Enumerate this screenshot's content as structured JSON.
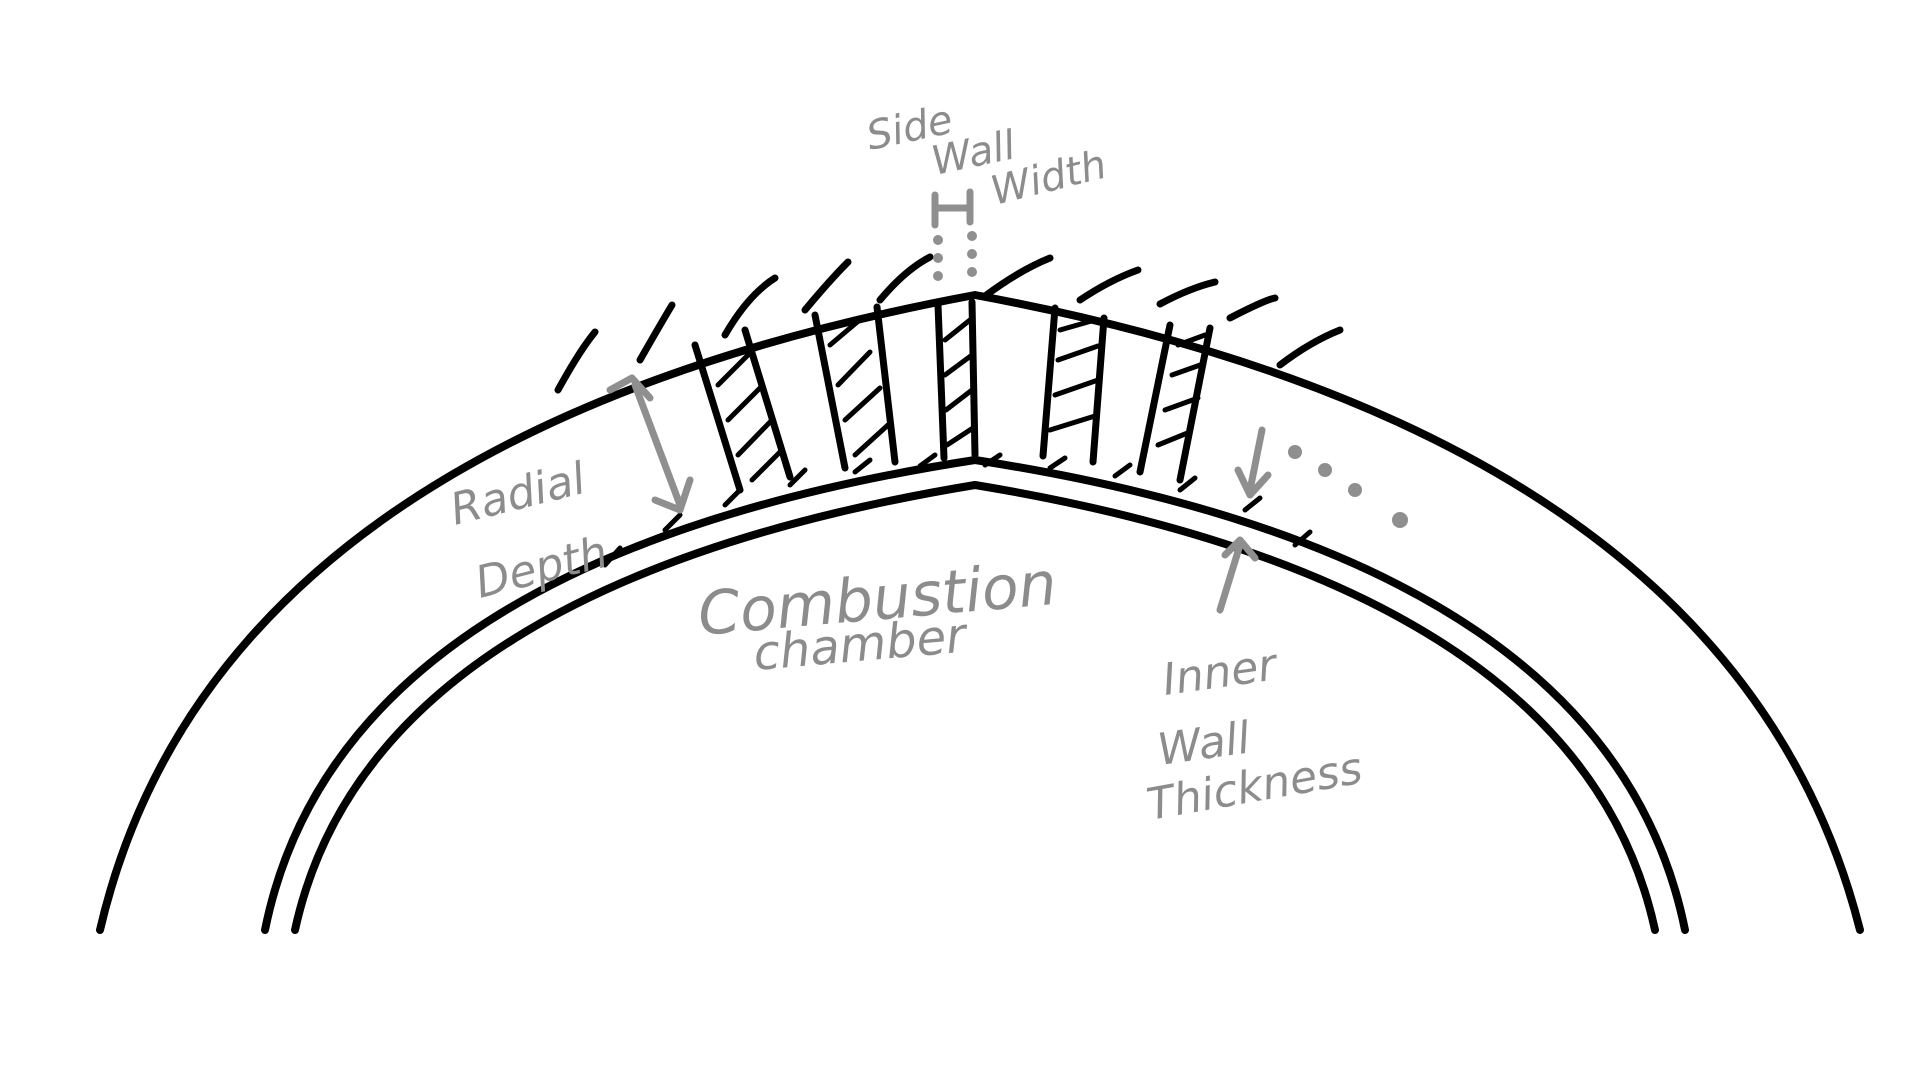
{
  "labels": {
    "side_wall_width": [
      "Side",
      "Wall",
      "Width"
    ],
    "radial_depth": [
      "Radial",
      "Depth"
    ],
    "combustion_chamber": [
      "Combustion",
      "chamber"
    ],
    "inner_wall_thickness": [
      "Inner",
      "Wall",
      "Thickness"
    ]
  },
  "colors": {
    "ink": "#000000",
    "pencil": "#8f8f8f",
    "background": "#ffffff"
  }
}
